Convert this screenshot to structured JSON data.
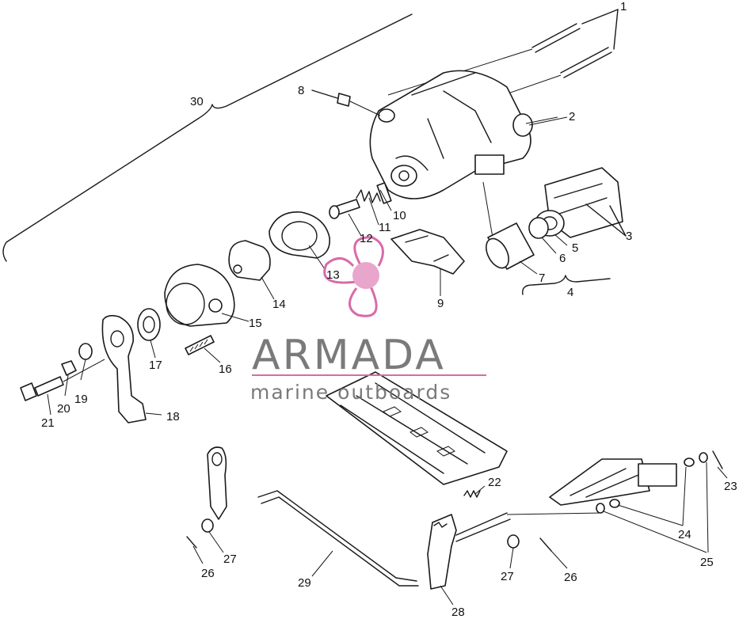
{
  "logo": {
    "word": "ARMADA",
    "sub": "marine outboards",
    "primary_color": "#7a7a7a",
    "accent_color": "#d96aa8",
    "center_color": "#e8a6cc"
  },
  "callouts": [
    {
      "id": "c1",
      "text": "1"
    },
    {
      "id": "c2",
      "text": "2"
    },
    {
      "id": "c3",
      "text": "3"
    },
    {
      "id": "c4",
      "text": "4"
    },
    {
      "id": "c5",
      "text": "5"
    },
    {
      "id": "c6",
      "text": "6"
    },
    {
      "id": "c7",
      "text": "7"
    },
    {
      "id": "c8",
      "text": "8"
    },
    {
      "id": "c9",
      "text": "9"
    },
    {
      "id": "c10",
      "text": "10"
    },
    {
      "id": "c11",
      "text": "11"
    },
    {
      "id": "c12",
      "text": "12"
    },
    {
      "id": "c13",
      "text": "13"
    },
    {
      "id": "c14",
      "text": "14"
    },
    {
      "id": "c15",
      "text": "15"
    },
    {
      "id": "c16",
      "text": "16"
    },
    {
      "id": "c17",
      "text": "17"
    },
    {
      "id": "c18",
      "text": "18"
    },
    {
      "id": "c19",
      "text": "19"
    },
    {
      "id": "c20",
      "text": "20"
    },
    {
      "id": "c21",
      "text": "21"
    },
    {
      "id": "c22",
      "text": "22"
    },
    {
      "id": "c23",
      "text": "23"
    },
    {
      "id": "c24",
      "text": "24"
    },
    {
      "id": "c25",
      "text": "25"
    },
    {
      "id": "c26a",
      "text": "26"
    },
    {
      "id": "c26b",
      "text": "26"
    },
    {
      "id": "c27a",
      "text": "27"
    },
    {
      "id": "c27b",
      "text": "27"
    },
    {
      "id": "c28",
      "text": "28"
    },
    {
      "id": "c29",
      "text": "29"
    },
    {
      "id": "c30",
      "text": "30"
    }
  ]
}
